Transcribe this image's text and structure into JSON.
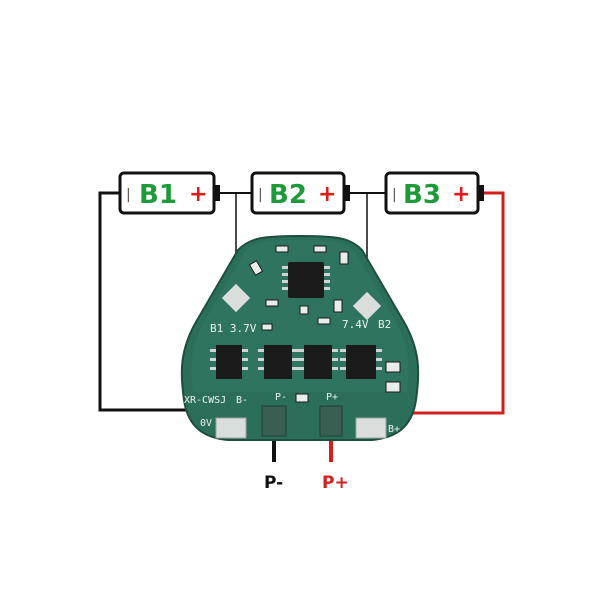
{
  "batteries": [
    {
      "label": "B1",
      "plus": "+",
      "minus": "|"
    },
    {
      "label": "B2",
      "plus": "+",
      "minus": "|"
    },
    {
      "label": "B3",
      "plus": "+",
      "minus": "|"
    }
  ],
  "board": {
    "silk_b1_voltage": "B1 3.7V",
    "silk_b2_voltage": "7.4V",
    "silk_b2": "B2",
    "silk_model": "XR-CWSJ",
    "silk_b_minus": "B-",
    "silk_ov": "0V",
    "silk_p_minus": "P-",
    "silk_p_plus": "P+",
    "silk_b_plus": "B+"
  },
  "terminals": {
    "p_minus_label": "P-",
    "p_plus_label": "P+"
  },
  "colors": {
    "battery_text": "#1f9a3a",
    "battery_plus": "#e01b1b",
    "wire_negative": "#111111",
    "wire_positive": "#d11f1f",
    "pcb": "#2b6f5b"
  }
}
